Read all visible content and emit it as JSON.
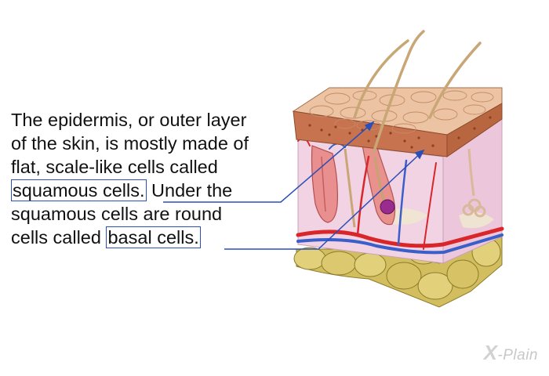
{
  "caption": {
    "line1": "The epidermis, or outer layer",
    "line2": "of the skin, is mostly made of",
    "line3": "flat, scale-like cells called",
    "line4_term": "squamous cells.",
    "line4_rest": " Under the",
    "line5": "squamous cells are round",
    "line6_pre": "cells called ",
    "line6_term": "basal cells."
  },
  "brand": {
    "mark": "X",
    "text": "-Plain"
  },
  "colors": {
    "highlight": "#2a4fb8",
    "epidermis": "#e6b894",
    "dermis": "#f0cfe0",
    "fat": "#d9c46a",
    "artery": "#d8262a",
    "vein": "#3a5fc9",
    "hair": "#c9a676"
  }
}
